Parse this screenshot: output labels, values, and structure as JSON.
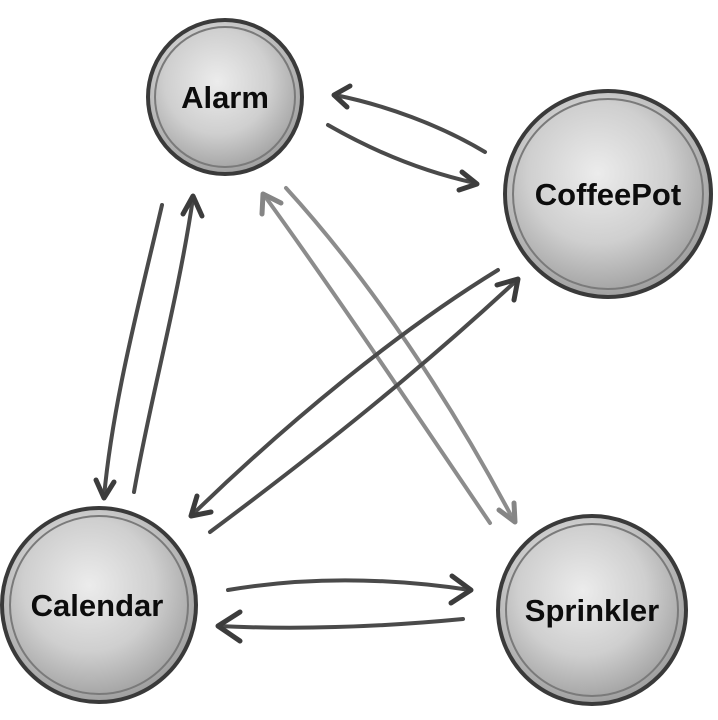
{
  "diagram": {
    "nodes": [
      {
        "id": "alarm",
        "label": "Alarm"
      },
      {
        "id": "coffeepot",
        "label": "CoffeePot"
      },
      {
        "id": "calendar",
        "label": "Calendar"
      },
      {
        "id": "sprinkler",
        "label": "Sprinkler"
      }
    ],
    "edges": [
      {
        "from": "alarm",
        "to": "coffeepot"
      },
      {
        "from": "coffeepot",
        "to": "alarm"
      },
      {
        "from": "alarm",
        "to": "calendar"
      },
      {
        "from": "calendar",
        "to": "alarm"
      },
      {
        "from": "alarm",
        "to": "sprinkler"
      },
      {
        "from": "sprinkler",
        "to": "alarm"
      },
      {
        "from": "coffeepot",
        "to": "calendar"
      },
      {
        "from": "calendar",
        "to": "coffeepot"
      },
      {
        "from": "calendar",
        "to": "sprinkler"
      },
      {
        "from": "sprinkler",
        "to": "calendar"
      }
    ],
    "colors": {
      "node_fill_light": "#e8e8e8",
      "node_fill_dark": "#a9a9a9",
      "node_outline": "#3a3a3a",
      "arrow_dark": "#4a4a4a",
      "arrow_light": "#8c8c8c",
      "label_text": "#0c0c0c"
    }
  }
}
